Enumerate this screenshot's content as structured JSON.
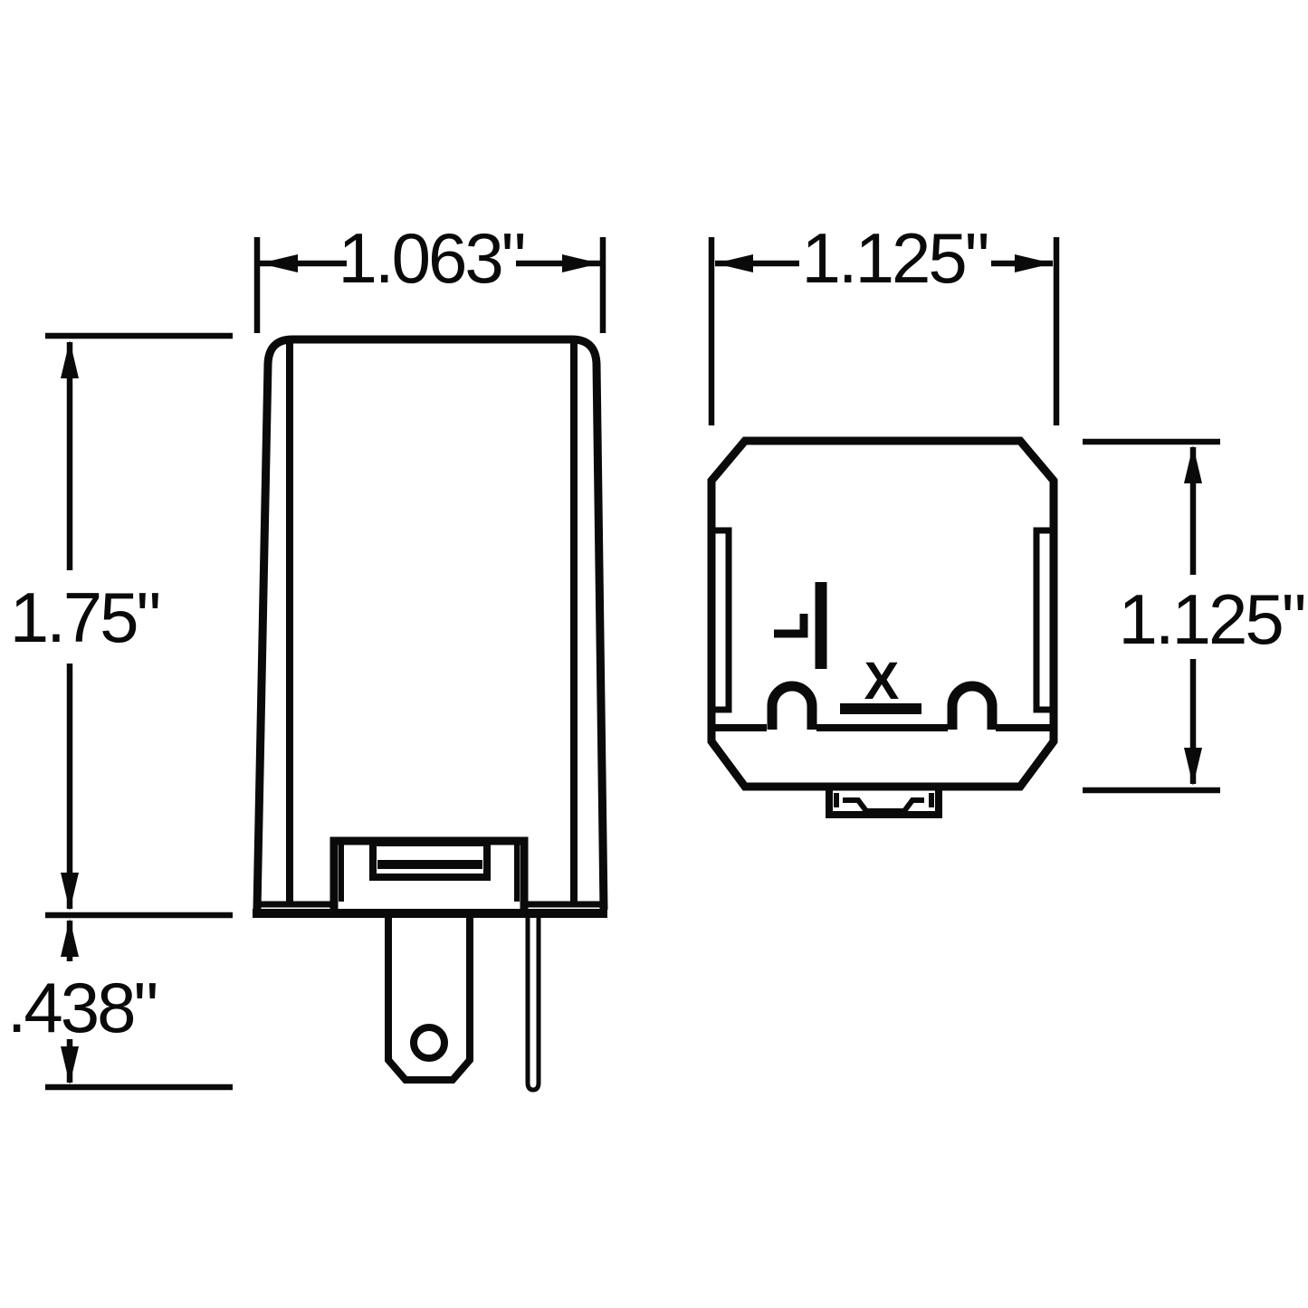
{
  "drawing": {
    "description": "two-view technical dimension drawing of a plug-in flasher relay",
    "background_color": "#ffffff",
    "line_color": "#0a0a0a",
    "views": {
      "side_view": {
        "label": "side view with terminals"
      },
      "bottom_view": {
        "label": "bottom view of socket face",
        "terminal_marking": "X"
      }
    },
    "dimensions": {
      "side_width": "1.063\"",
      "side_height": "1.75\"",
      "terminal_length": ".438\"",
      "bottom_width": "1.125\"",
      "bottom_height": "1.125\""
    }
  }
}
